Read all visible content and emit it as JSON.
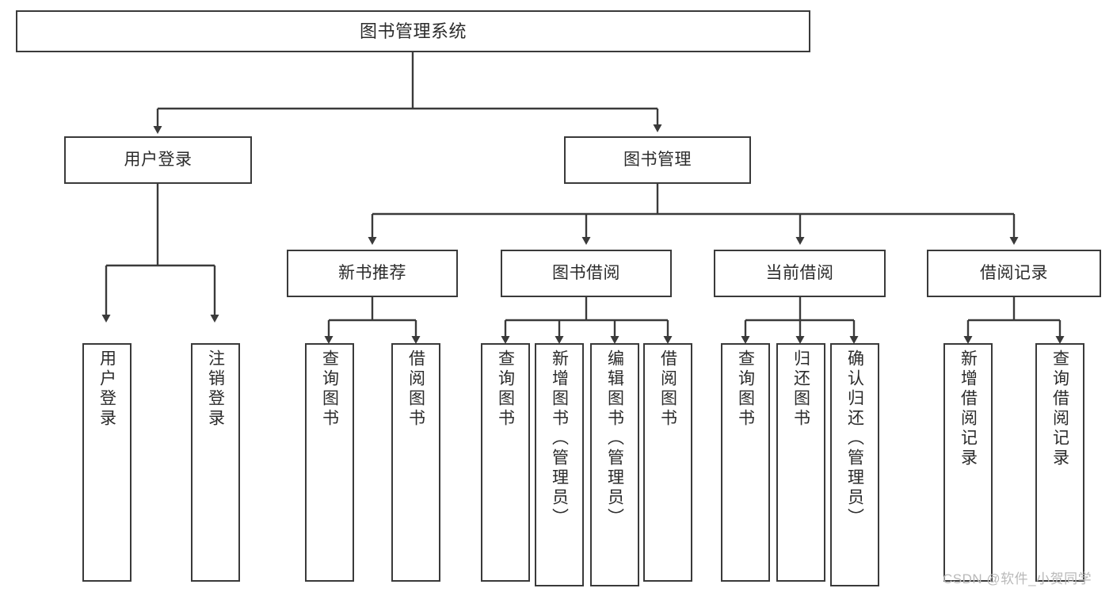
{
  "diagram": {
    "type": "tree-hierarchy-chart",
    "title": "图书管理系统",
    "stroke_color": "#3a3a3a",
    "background_color": "#ffffff",
    "levels": {
      "root": {
        "id": "root",
        "label": "图书管理系统"
      },
      "level1": [
        {
          "id": "user-login",
          "label": "用户登录"
        },
        {
          "id": "book-management",
          "label": "图书管理"
        }
      ],
      "level2": [
        {
          "id": "new-book-recommend",
          "label": "新书推荐",
          "parent": "book-management"
        },
        {
          "id": "book-borrow",
          "label": "图书借阅",
          "parent": "book-management"
        },
        {
          "id": "current-borrow",
          "label": "当前借阅",
          "parent": "book-management"
        },
        {
          "id": "borrow-record",
          "label": "借阅记录",
          "parent": "book-management"
        }
      ],
      "leaves": [
        {
          "id": "leaf-user-login",
          "label": "用户登录",
          "parent": "user-login"
        },
        {
          "id": "leaf-logout-login",
          "label": "注销登录",
          "parent": "user-login"
        },
        {
          "id": "leaf-query-book-1",
          "label": "查询图书",
          "parent": "new-book-recommend"
        },
        {
          "id": "leaf-borrow-book-1",
          "label": "借阅图书",
          "parent": "new-book-recommend"
        },
        {
          "id": "leaf-query-book-2",
          "label": "查询图书",
          "parent": "book-borrow"
        },
        {
          "id": "leaf-add-book",
          "label": "新增图书（管理员）",
          "parent": "book-borrow"
        },
        {
          "id": "leaf-edit-book",
          "label": "编辑图书（管理员）",
          "parent": "book-borrow"
        },
        {
          "id": "leaf-borrow-book-2",
          "label": "借阅图书",
          "parent": "book-borrow"
        },
        {
          "id": "leaf-query-book-3",
          "label": "查询图书",
          "parent": "current-borrow"
        },
        {
          "id": "leaf-return-book",
          "label": "归还图书",
          "parent": "current-borrow"
        },
        {
          "id": "leaf-confirm-return",
          "label": "确认归还（管理员）",
          "parent": "current-borrow"
        },
        {
          "id": "leaf-add-borrow-record",
          "label": "新增借阅记录",
          "parent": "borrow-record"
        },
        {
          "id": "leaf-query-borrow-record",
          "label": "查询借阅记录",
          "parent": "borrow-record"
        }
      ]
    }
  },
  "watermark": {
    "text": "CSDN @软件_小贺同学"
  }
}
